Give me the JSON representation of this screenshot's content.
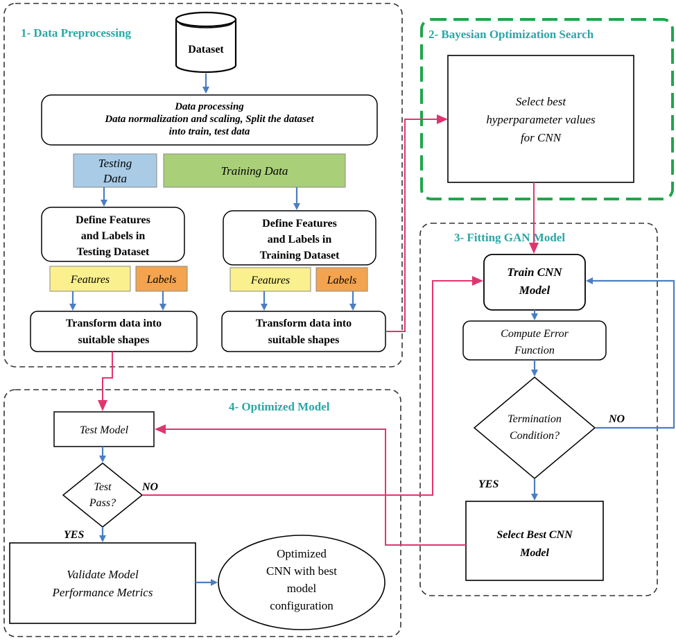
{
  "sections": {
    "preprocessing": "1- Data Preprocessing",
    "bayesian": "2- Bayesian  Optimization  Search",
    "fitting": "3- Fitting  GAN  Model",
    "optimized": "4- Optimized  Model"
  },
  "dataset": "Dataset",
  "data_processing": {
    "line1": "Data processing",
    "line2": "Data normalization and scaling, Split the dataset",
    "line3": "into train, test data"
  },
  "testing_data": {
    "line1": "Testing",
    "line2": "Data"
  },
  "training_data": "Training Data",
  "define_testing": {
    "line1": "Define Features",
    "line2": "and Labels in",
    "line3": "Testing Dataset"
  },
  "define_training": {
    "line1": "Define Features",
    "line2": "and Labels in",
    "line3": "Training Dataset"
  },
  "features": "Features",
  "labels": "Labels",
  "transform": {
    "line1": "Transform  data  into",
    "line2": "suitable shapes"
  },
  "select_hyper": {
    "line1": "Select best",
    "line2": "hyperparameter values",
    "line3": "for CNN"
  },
  "train_cnn": {
    "line1": "Train CNN",
    "line2": "Model"
  },
  "compute_error": {
    "line1": "Compute Error",
    "line2": "Function"
  },
  "termination": {
    "line1": "Termination",
    "line2": "Condition?"
  },
  "select_best": {
    "line1": "Select Best CNN",
    "line2": "Model"
  },
  "test_model": "Test Model",
  "test_pass": {
    "line1": "Test",
    "line2": "Pass?"
  },
  "validate": {
    "line1": "Validate Model",
    "line2": "Performance Metrics"
  },
  "optimized_cnn": {
    "line1": "Optimized",
    "line2": "CNN with best",
    "line3": "model",
    "line4": "configuration"
  },
  "yes": "YES",
  "no": "NO",
  "colors": {
    "section_title": "#2aa6a6",
    "bayesian_border": "#1fa64a",
    "blue_arrow": "#4a7ec2",
    "pink_arrow": "#e0356f",
    "testing_fill": "#a9cbe6",
    "training_fill": "#a9cf79",
    "features_fill": "#fbf08e",
    "labels_fill": "#f4a44e"
  }
}
